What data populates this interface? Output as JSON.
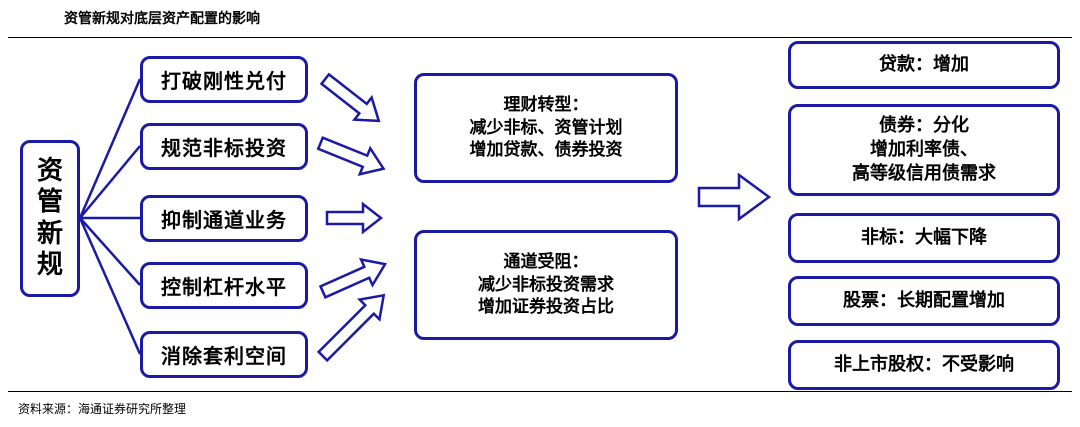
{
  "header": {
    "title": "资管新规对底层资产配置的影响"
  },
  "root": {
    "chars": [
      "资",
      "管",
      "新",
      "规"
    ]
  },
  "policies": [
    "打破刚性兑付",
    "规范非标投资",
    "抑制通道业务",
    "控制杠杆水平",
    "消除套利空间"
  ],
  "effects": [
    {
      "title": "理财转型：",
      "lines": [
        "减少非标、资管计划",
        "增加贷款、债券投资"
      ]
    },
    {
      "title": "通道受阻：",
      "lines": [
        "减少非标投资需求",
        "增加证券投资占比"
      ]
    }
  ],
  "outcomes": [
    {
      "lines": [
        "贷款：增加"
      ]
    },
    {
      "lines": [
        "债券：分化",
        "增加利率债、",
        "高等级信用债需求"
      ]
    },
    {
      "lines": [
        "非标：大幅下降"
      ]
    },
    {
      "lines": [
        "股票：长期配置增加"
      ]
    },
    {
      "lines": [
        "非上市股权：不受影响"
      ]
    }
  ],
  "footer": {
    "source": "资料来源：海通证券研究所整理"
  },
  "colors": {
    "border": "#1a1aa6"
  }
}
